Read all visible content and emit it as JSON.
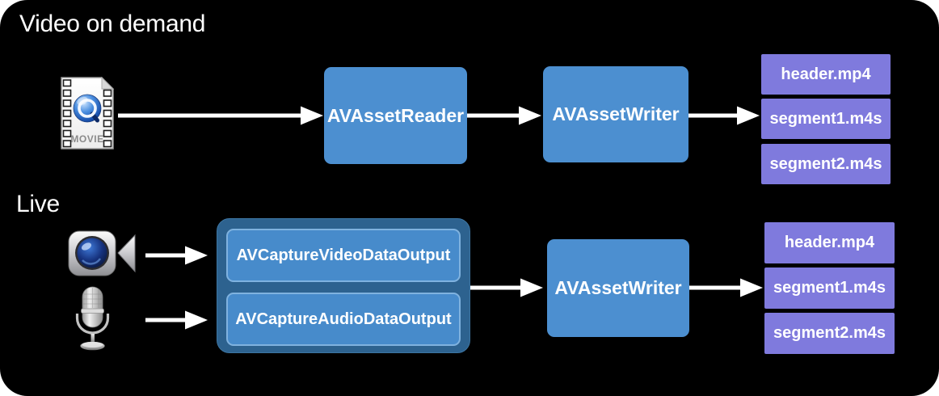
{
  "figure": {
    "type": "flow-diagram",
    "background": "#000000",
    "page_background": "#ffffff"
  },
  "colors": {
    "node_blue": "#4C8FD0",
    "capture_container_blue": "#2D628F",
    "capture_node_blue": "#478BCB",
    "capture_node_border": "#7FB2DF",
    "output_purple": "#7F7ADD",
    "arrow_white": "#ffffff",
    "text_white": "#ffffff"
  },
  "icons": {
    "source_file": "quicktime-movie-file-icon",
    "video_source": "camera-icon",
    "audio_source": "microphone-icon"
  },
  "sections": {
    "vod": {
      "title": "Video on demand",
      "source_label": "MOVIE",
      "nodes": [
        {
          "label": "AVAssetReader"
        },
        {
          "label": "AVAssetWriter"
        }
      ],
      "outputs": [
        "header.mp4",
        "segment1.m4s",
        "segment2.m4s"
      ]
    },
    "live": {
      "title": "Live",
      "capture_group": {
        "nodes": [
          {
            "label": "AVCaptureVideoDataOutput"
          },
          {
            "label": "AVCaptureAudioDataOutput"
          }
        ]
      },
      "writer": {
        "label": "AVAssetWriter"
      },
      "outputs": [
        "header.mp4",
        "segment1.m4s",
        "segment2.m4s"
      ]
    }
  }
}
